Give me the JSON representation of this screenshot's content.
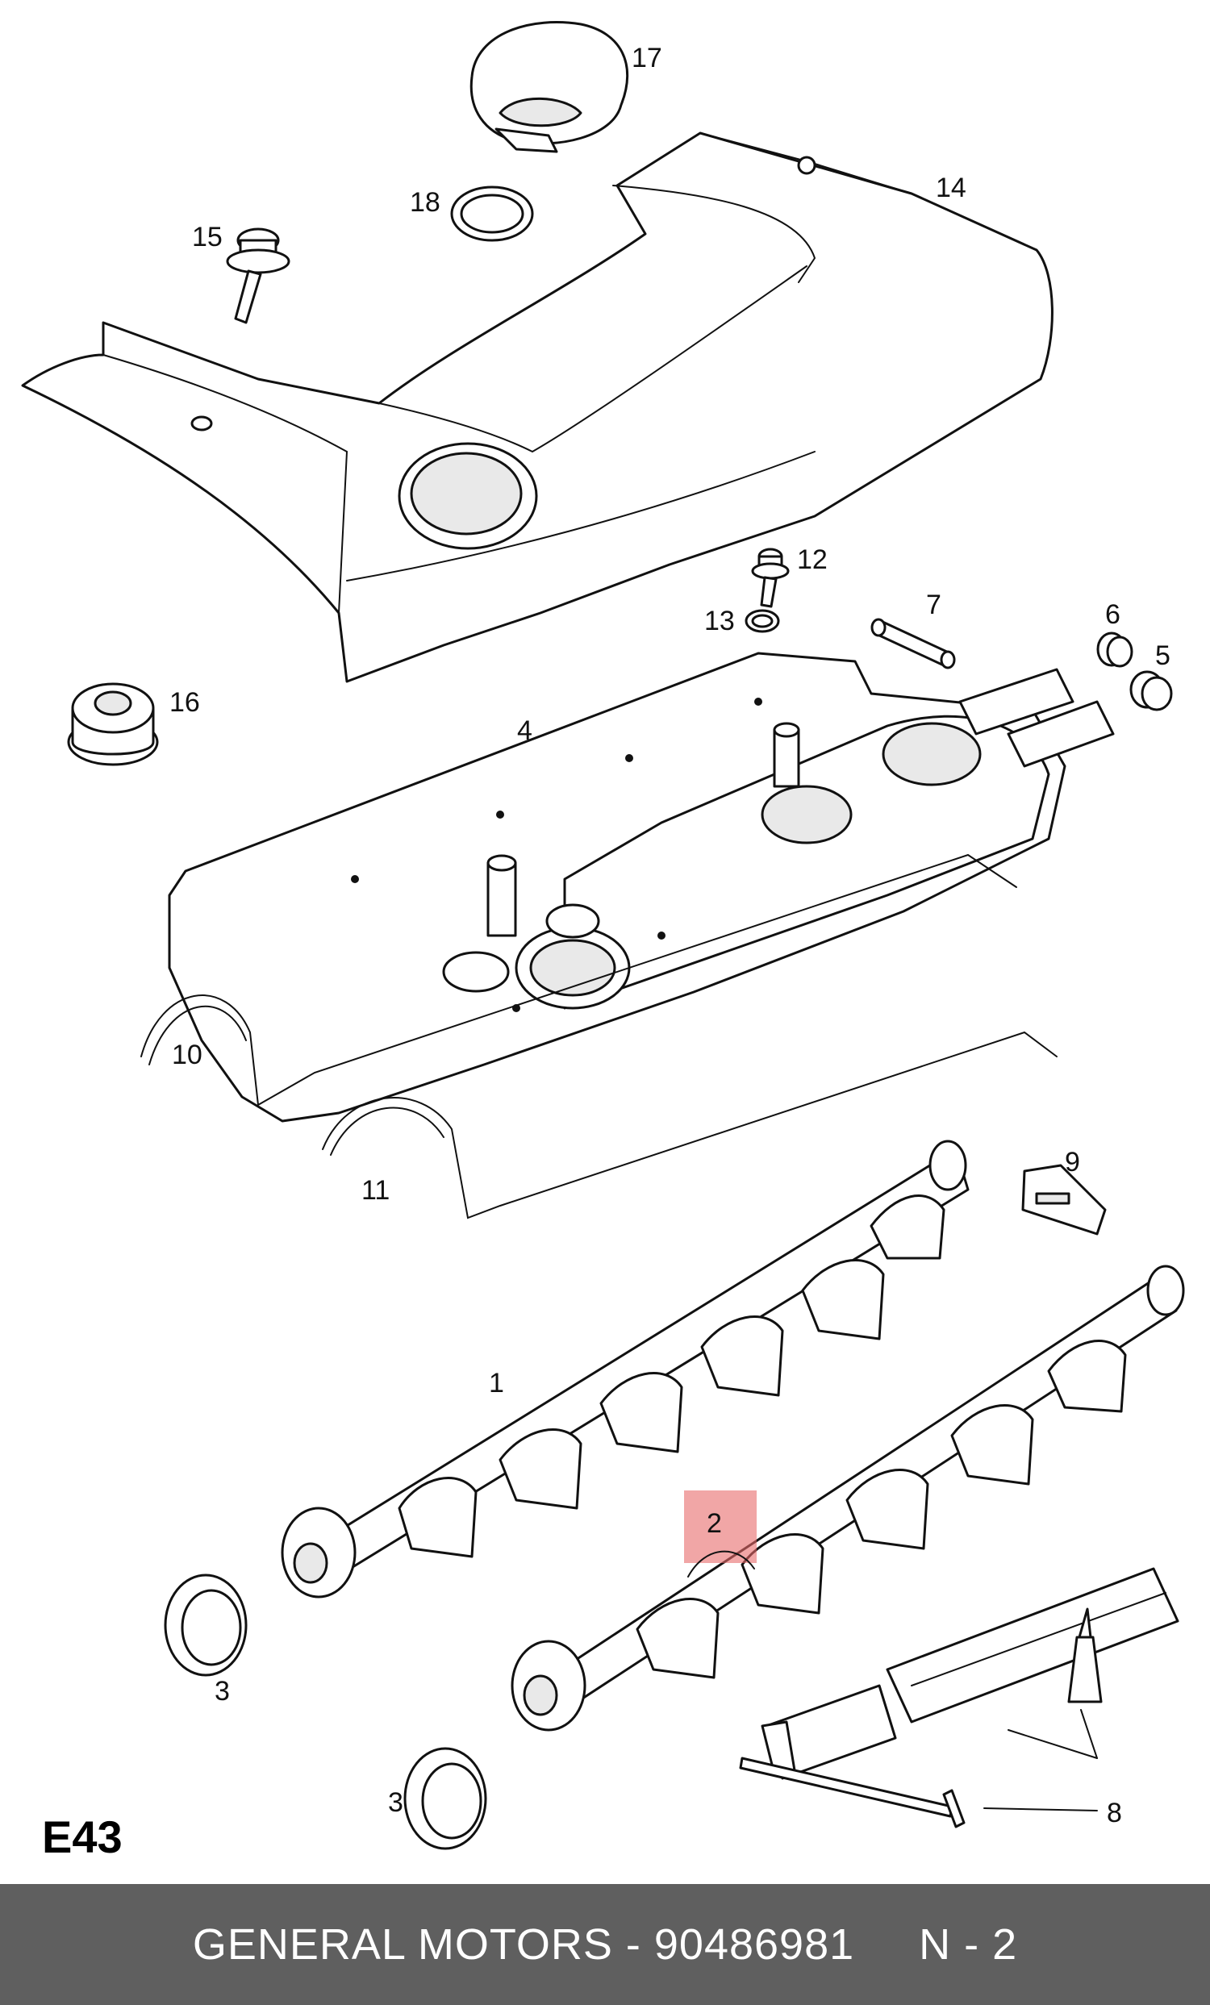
{
  "diagram": {
    "code": "E43",
    "highlight_color": "#e86b6b",
    "highlighted_part": "2",
    "callouts": [
      "17",
      "14",
      "18",
      "15",
      "12",
      "13",
      "7",
      "6",
      "5",
      "16",
      "4",
      "10",
      "9",
      "11",
      "1",
      "2",
      "3",
      "3",
      "8"
    ]
  },
  "footer": {
    "part_text": "GENERAL MOTORS - 90486981",
    "position_text": "N - 2"
  }
}
